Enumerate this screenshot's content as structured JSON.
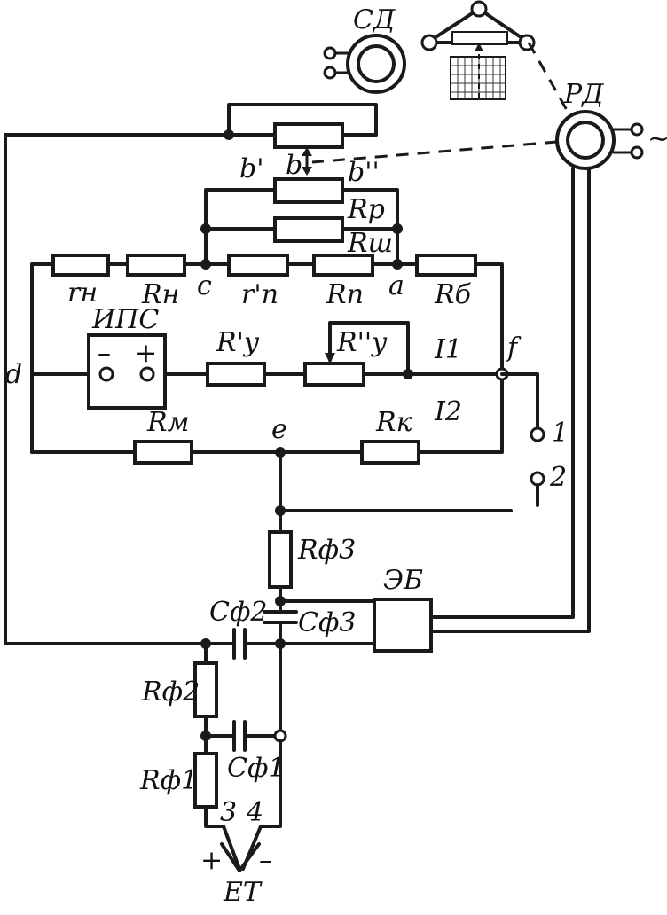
{
  "labels": {
    "sd": "СД",
    "rd": "РД",
    "tilde": "~",
    "b": "b",
    "b_prime": "b'",
    "b_dprime": "b''",
    "rp": "Rp",
    "rsh": "Rш",
    "rn_small": "rн",
    "rn": "Rн",
    "c": "c",
    "rp_small": "r'п",
    "rpp": "Rп",
    "a": "a",
    "rb": "Rб",
    "ips": "ИПС",
    "minus": "–",
    "plus": "+",
    "ry1": "R'y",
    "ry2": "R''y",
    "i1": "I1",
    "f": "f",
    "d": "d",
    "i2": "I2",
    "rm": "Rм",
    "e": "e",
    "rk": "Rк",
    "t1": "1",
    "t2": "2",
    "rf3": "Rф3",
    "eb": "ЭБ",
    "cf2": "Cф2",
    "cf3": "Cф3",
    "rf2": "Rф2",
    "cf1": "Cф1",
    "rf1": "Rф1",
    "t3": "3",
    "t4": "4",
    "tc_plus": "+",
    "tc_minus": "–",
    "et": "ET"
  }
}
